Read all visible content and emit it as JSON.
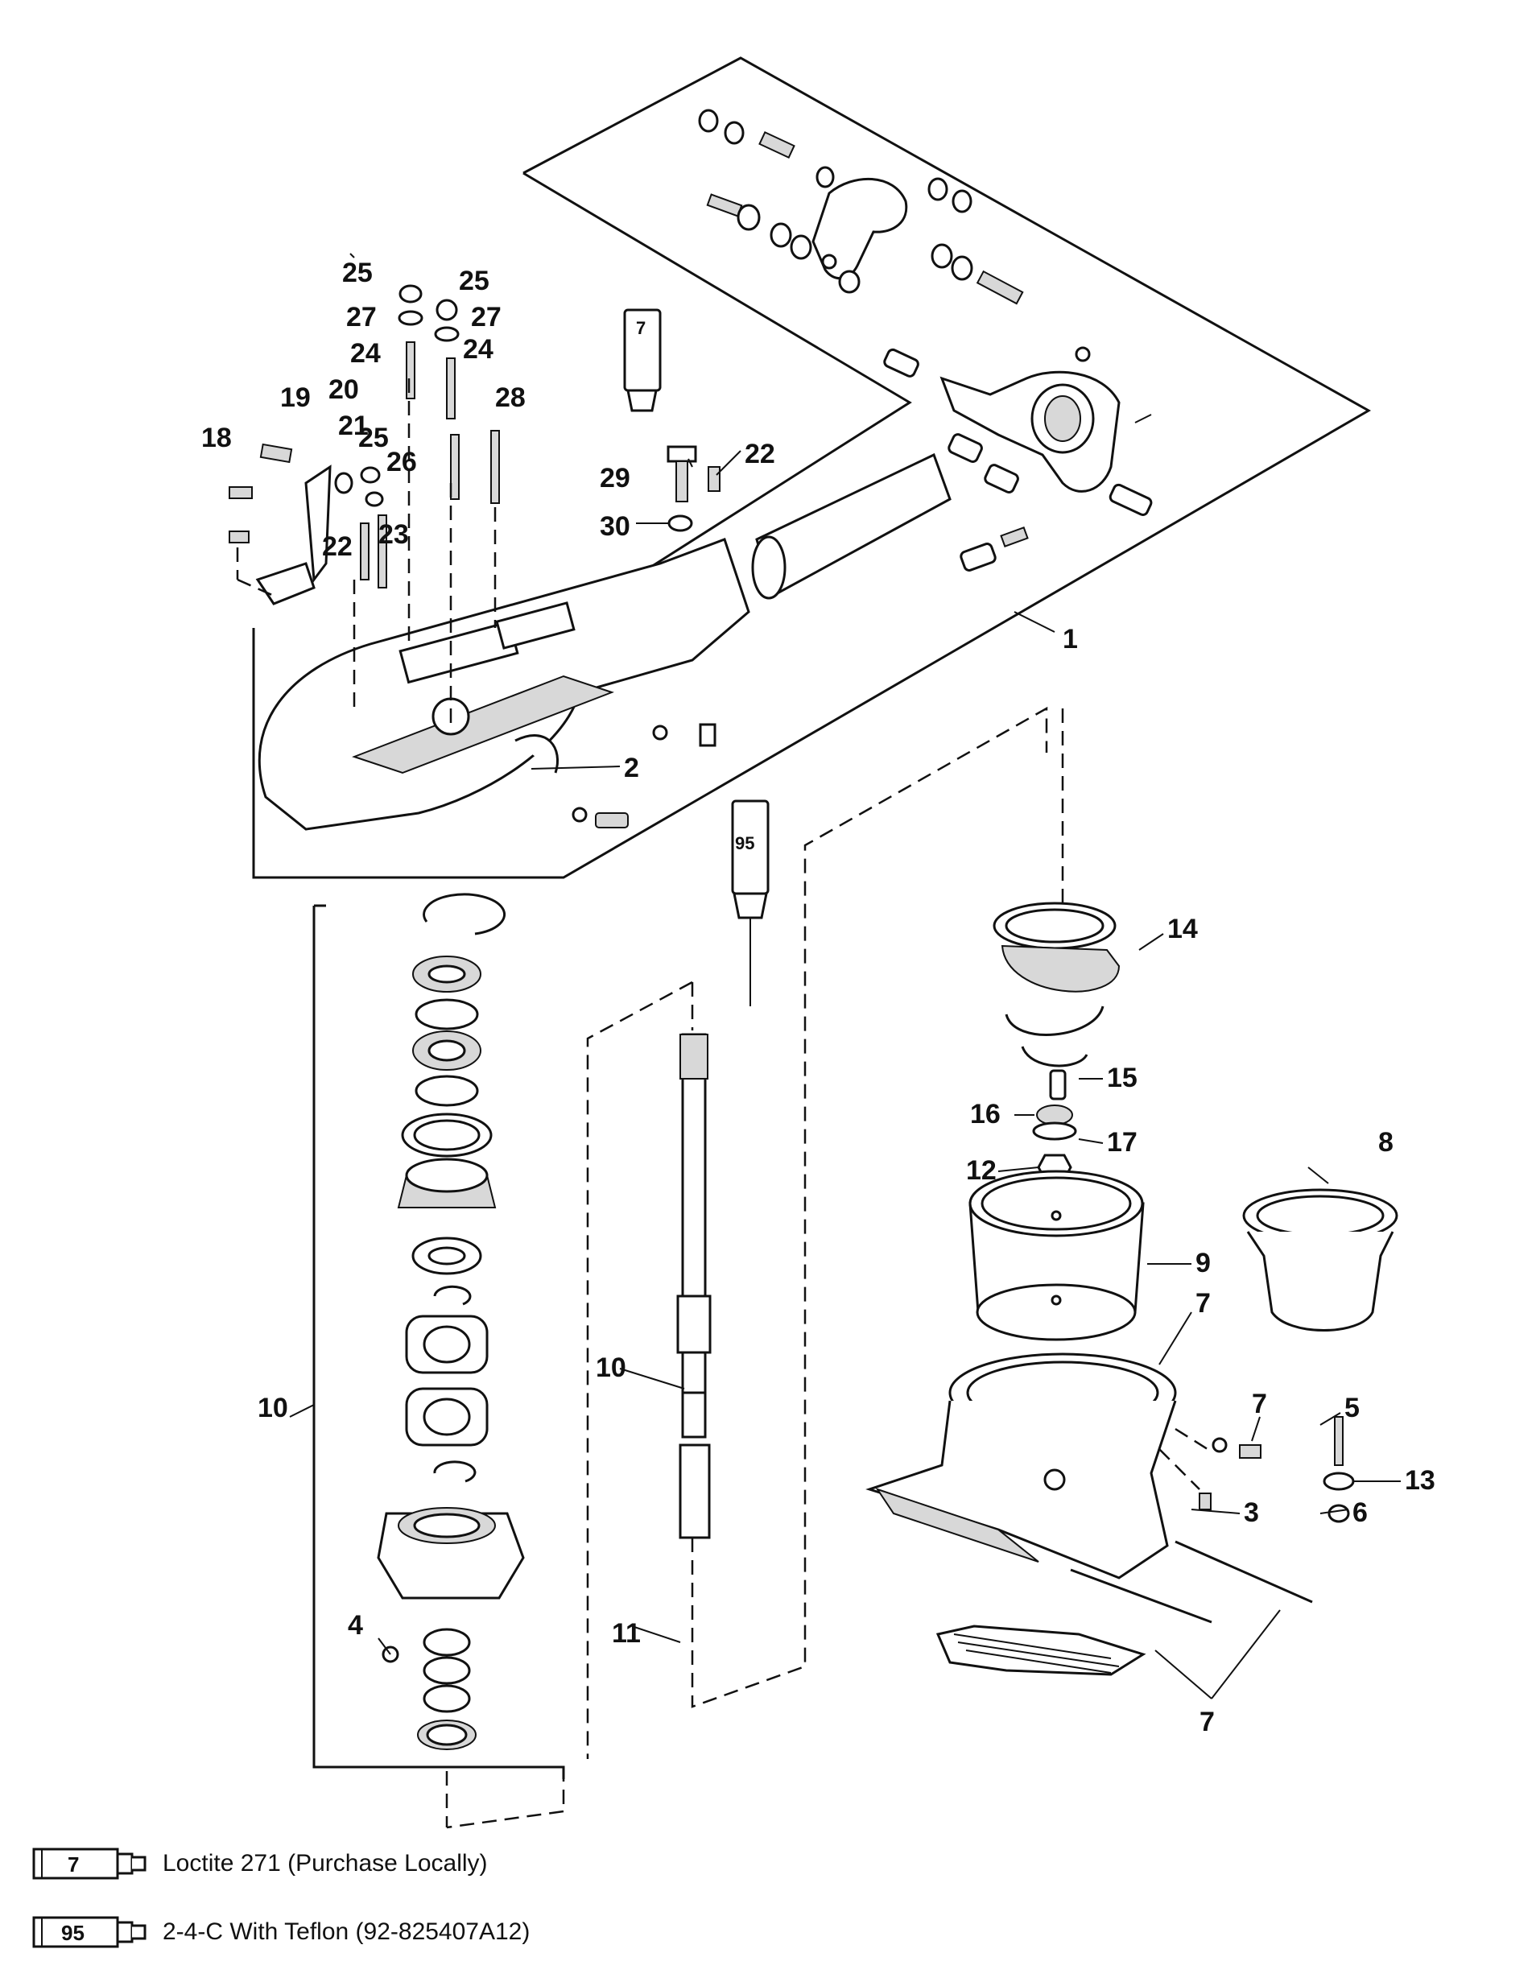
{
  "callouts": [
    {
      "id": "1",
      "x": 0,
      "y": 0
    },
    {
      "id": "2"
    },
    {
      "id": "3"
    },
    {
      "id": "4"
    },
    {
      "id": "5"
    },
    {
      "id": "6"
    },
    {
      "id": "7"
    },
    {
      "id": "8"
    },
    {
      "id": "9"
    },
    {
      "id": "10"
    },
    {
      "id": "11"
    },
    {
      "id": "12"
    },
    {
      "id": "13"
    },
    {
      "id": "14"
    },
    {
      "id": "15"
    },
    {
      "id": "16"
    },
    {
      "id": "17"
    },
    {
      "id": "18"
    },
    {
      "id": "19"
    },
    {
      "id": "20"
    },
    {
      "id": "21"
    },
    {
      "id": "22"
    },
    {
      "id": "23"
    },
    {
      "id": "24"
    },
    {
      "id": "25"
    },
    {
      "id": "26"
    },
    {
      "id": "27"
    },
    {
      "id": "28"
    },
    {
      "id": "29"
    },
    {
      "id": "30"
    }
  ],
  "tubes": {
    "tube7": "7",
    "tube95": "95"
  },
  "legend": [
    {
      "code": "7",
      "text": "Loctite 271 (Purchase Locally)"
    },
    {
      "code": "95",
      "text": "2-4-C  With Teflon (92-825407A12)"
    }
  ]
}
